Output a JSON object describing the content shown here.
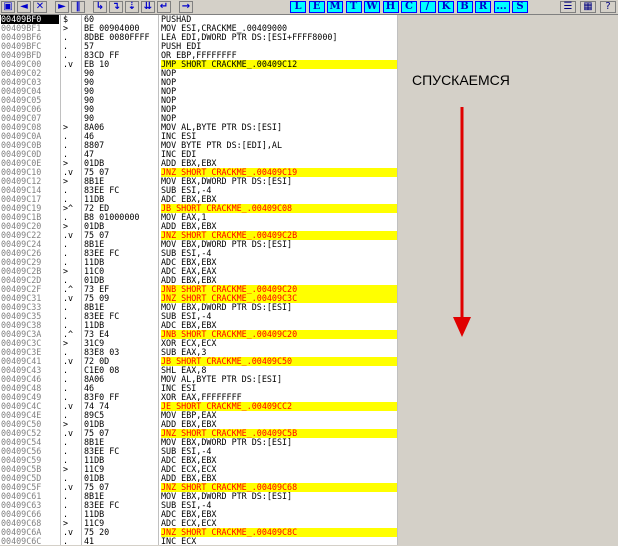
{
  "toolbar": {
    "buttons": [
      {
        "name": "open-icon",
        "glyph": "▣"
      },
      {
        "name": "restart-icon",
        "glyph": "◄"
      },
      {
        "name": "close-icon",
        "glyph": "✕"
      },
      {
        "name": "run-icon",
        "glyph": "►"
      },
      {
        "name": "pause-icon",
        "glyph": "‖"
      },
      {
        "name": "step-into-icon",
        "glyph": "↳"
      },
      {
        "name": "step-over-icon",
        "glyph": "↴"
      },
      {
        "name": "trace-into-icon",
        "glyph": "⇣"
      },
      {
        "name": "trace-over-icon",
        "glyph": "⇊"
      },
      {
        "name": "execute-till-return-icon",
        "glyph": "↵"
      },
      {
        "name": "go-to-icon",
        "glyph": "→"
      }
    ],
    "letters": [
      "L",
      "E",
      "M",
      "T",
      "W",
      "H",
      "C",
      "/",
      "K",
      "B",
      "R",
      "...",
      "S"
    ],
    "right_icons": [
      {
        "name": "list-icon",
        "glyph": "☰"
      },
      {
        "name": "grid-icon",
        "glyph": "▦"
      },
      {
        "name": "help-icon",
        "glyph": "?"
      }
    ]
  },
  "annotation": "СПУСКАЕМСЯ",
  "rows": [
    {
      "addr": "00409BF0",
      "mark": "$",
      "hex": "60",
      "asm": "PUSHAD",
      "hl": "sel"
    },
    {
      "addr": "00409BF1",
      "mark": ">",
      "hex": "BE 00904000",
      "asm": "MOV ESI,CRACKME_.00409000",
      "hl": ""
    },
    {
      "addr": "00409BF6",
      "mark": ".",
      "hex": "8DBE 0080FFFF",
      "asm": "LEA EDI,DWORD PTR DS:[ESI+FFFF8000]",
      "hl": ""
    },
    {
      "addr": "00409BFC",
      "mark": ".",
      "hex": "57",
      "asm": "PUSH EDI",
      "hl": ""
    },
    {
      "addr": "00409BFD",
      "mark": ".",
      "hex": "83CD FF",
      "asm": "OR EBP,FFFFFFFF",
      "hl": ""
    },
    {
      "addr": "00409C00",
      "mark": ".v",
      "hex": "EB 10",
      "asm": "JMP SHORT CRACKME_.00409C12",
      "hl": "jmp"
    },
    {
      "addr": "00409C02",
      "mark": "",
      "hex": "90",
      "asm": "NOP",
      "hl": ""
    },
    {
      "addr": "00409C03",
      "mark": "",
      "hex": "90",
      "asm": "NOP",
      "hl": ""
    },
    {
      "addr": "00409C04",
      "mark": "",
      "hex": "90",
      "asm": "NOP",
      "hl": ""
    },
    {
      "addr": "00409C05",
      "mark": "",
      "hex": "90",
      "asm": "NOP",
      "hl": ""
    },
    {
      "addr": "00409C06",
      "mark": "",
      "hex": "90",
      "asm": "NOP",
      "hl": ""
    },
    {
      "addr": "00409C07",
      "mark": "",
      "hex": "90",
      "asm": "NOP",
      "hl": ""
    },
    {
      "addr": "00409C08",
      "mark": ">",
      "hex": "8A06",
      "asm": "MOV AL,BYTE PTR DS:[ESI]",
      "hl": ""
    },
    {
      "addr": "00409C0A",
      "mark": ".",
      "hex": "46",
      "asm": "INC ESI",
      "hl": ""
    },
    {
      "addr": "00409C0B",
      "mark": ".",
      "hex": "8807",
      "asm": "MOV BYTE PTR DS:[EDI],AL",
      "hl": ""
    },
    {
      "addr": "00409C0D",
      "mark": ".",
      "hex": "47",
      "asm": "INC EDI",
      "hl": ""
    },
    {
      "addr": "00409C0E",
      "mark": ">",
      "hex": "01DB",
      "asm": "ADD EBX,EBX",
      "hl": ""
    },
    {
      "addr": "00409C10",
      "mark": ".v",
      "hex": "75 07",
      "asm": "JNZ SHORT CRACKME_.00409C19",
      "hl": "jcc"
    },
    {
      "addr": "00409C12",
      "mark": ">",
      "hex": "8B1E",
      "asm": "MOV EBX,DWORD PTR DS:[ESI]",
      "hl": ""
    },
    {
      "addr": "00409C14",
      "mark": ".",
      "hex": "83EE FC",
      "asm": "SUB ESI,-4",
      "hl": ""
    },
    {
      "addr": "00409C17",
      "mark": ".",
      "hex": "11DB",
      "asm": "ADC EBX,EBX",
      "hl": ""
    },
    {
      "addr": "00409C19",
      "mark": ">^",
      "hex": "72 ED",
      "asm": "JB SHORT CRACKME_.00409C08",
      "hl": "jcc"
    },
    {
      "addr": "00409C1B",
      "mark": ".",
      "hex": "B8 01000000",
      "asm": "MOV EAX,1",
      "hl": ""
    },
    {
      "addr": "00409C20",
      "mark": ">",
      "hex": "01DB",
      "asm": "ADD EBX,EBX",
      "hl": ""
    },
    {
      "addr": "00409C22",
      "mark": ".v",
      "hex": "75 07",
      "asm": "JNZ SHORT CRACKME_.00409C2B",
      "hl": "jcc"
    },
    {
      "addr": "00409C24",
      "mark": ".",
      "hex": "8B1E",
      "asm": "MOV EBX,DWORD PTR DS:[ESI]",
      "hl": ""
    },
    {
      "addr": "00409C26",
      "mark": ".",
      "hex": "83EE FC",
      "asm": "SUB ESI,-4",
      "hl": ""
    },
    {
      "addr": "00409C29",
      "mark": ".",
      "hex": "11DB",
      "asm": "ADC EBX,EBX",
      "hl": ""
    },
    {
      "addr": "00409C2B",
      "mark": ">",
      "hex": "11C0",
      "asm": "ADC EAX,EAX",
      "hl": ""
    },
    {
      "addr": "00409C2D",
      "mark": ".",
      "hex": "01DB",
      "asm": "ADD EBX,EBX",
      "hl": ""
    },
    {
      "addr": "00409C2F",
      "mark": ".^",
      "hex": "73 EF",
      "asm": "JNB SHORT CRACKME_.00409C20",
      "hl": "jcc"
    },
    {
      "addr": "00409C31",
      "mark": ".v",
      "hex": "75 09",
      "asm": "JNZ SHORT CRACKME_.00409C3C",
      "hl": "jcc"
    },
    {
      "addr": "00409C33",
      "mark": ".",
      "hex": "8B1E",
      "asm": "MOV EBX,DWORD PTR DS:[ESI]",
      "hl": ""
    },
    {
      "addr": "00409C35",
      "mark": ".",
      "hex": "83EE FC",
      "asm": "SUB ESI,-4",
      "hl": ""
    },
    {
      "addr": "00409C38",
      "mark": ".",
      "hex": "11DB",
      "asm": "ADC EBX,EBX",
      "hl": ""
    },
    {
      "addr": "00409C3A",
      "mark": ".^",
      "hex": "73 E4",
      "asm": "JNB SHORT CRACKME_.00409C20",
      "hl": "jcc"
    },
    {
      "addr": "00409C3C",
      "mark": ">",
      "hex": "31C9",
      "asm": "XOR ECX,ECX",
      "hl": ""
    },
    {
      "addr": "00409C3E",
      "mark": ".",
      "hex": "83E8 03",
      "asm": "SUB EAX,3",
      "hl": ""
    },
    {
      "addr": "00409C41",
      "mark": ".v",
      "hex": "72 0D",
      "asm": "JB SHORT CRACKME_.00409C50",
      "hl": "jcc"
    },
    {
      "addr": "00409C43",
      "mark": ".",
      "hex": "C1E0 08",
      "asm": "SHL EAX,8",
      "hl": ""
    },
    {
      "addr": "00409C46",
      "mark": ".",
      "hex": "8A06",
      "asm": "MOV AL,BYTE PTR DS:[ESI]",
      "hl": ""
    },
    {
      "addr": "00409C48",
      "mark": ".",
      "hex": "46",
      "asm": "INC ESI",
      "hl": ""
    },
    {
      "addr": "00409C49",
      "mark": ".",
      "hex": "83F0 FF",
      "asm": "XOR EAX,FFFFFFFF",
      "hl": ""
    },
    {
      "addr": "00409C4C",
      "mark": ".v",
      "hex": "74 74",
      "asm": "JE SHORT CRACKME_.00409CC2",
      "hl": "jcc"
    },
    {
      "addr": "00409C4E",
      "mark": ".",
      "hex": "89C5",
      "asm": "MOV EBP,EAX",
      "hl": ""
    },
    {
      "addr": "00409C50",
      "mark": ">",
      "hex": "01DB",
      "asm": "ADD EBX,EBX",
      "hl": ""
    },
    {
      "addr": "00409C52",
      "mark": ".v",
      "hex": "75 07",
      "asm": "JNZ SHORT CRACKME_.00409C5B",
      "hl": "jcc"
    },
    {
      "addr": "00409C54",
      "mark": ".",
      "hex": "8B1E",
      "asm": "MOV EBX,DWORD PTR DS:[ESI]",
      "hl": ""
    },
    {
      "addr": "00409C56",
      "mark": ".",
      "hex": "83EE FC",
      "asm": "SUB ESI,-4",
      "hl": ""
    },
    {
      "addr": "00409C59",
      "mark": ".",
      "hex": "11DB",
      "asm": "ADC EBX,EBX",
      "hl": ""
    },
    {
      "addr": "00409C5B",
      "mark": ">",
      "hex": "11C9",
      "asm": "ADC ECX,ECX",
      "hl": ""
    },
    {
      "addr": "00409C5D",
      "mark": ".",
      "hex": "01DB",
      "asm": "ADD EBX,EBX",
      "hl": ""
    },
    {
      "addr": "00409C5F",
      "mark": ".v",
      "hex": "75 07",
      "asm": "JNZ SHORT CRACKME_.00409C68",
      "hl": "jcc"
    },
    {
      "addr": "00409C61",
      "mark": ".",
      "hex": "8B1E",
      "asm": "MOV EBX,DWORD PTR DS:[ESI]",
      "hl": ""
    },
    {
      "addr": "00409C63",
      "mark": ".",
      "hex": "83EE FC",
      "asm": "SUB ESI,-4",
      "hl": ""
    },
    {
      "addr": "00409C66",
      "mark": ".",
      "hex": "11DB",
      "asm": "ADC EBX,EBX",
      "hl": ""
    },
    {
      "addr": "00409C68",
      "mark": ">",
      "hex": "11C9",
      "asm": "ADC ECX,ECX",
      "hl": ""
    },
    {
      "addr": "00409C6A",
      "mark": ".v",
      "hex": "75 20",
      "asm": "JNZ SHORT CRACKME_.00409C8C",
      "hl": "jcc"
    },
    {
      "addr": "00409C6C",
      "mark": ".",
      "hex": "41",
      "asm": "INC ECX",
      "hl": ""
    }
  ]
}
